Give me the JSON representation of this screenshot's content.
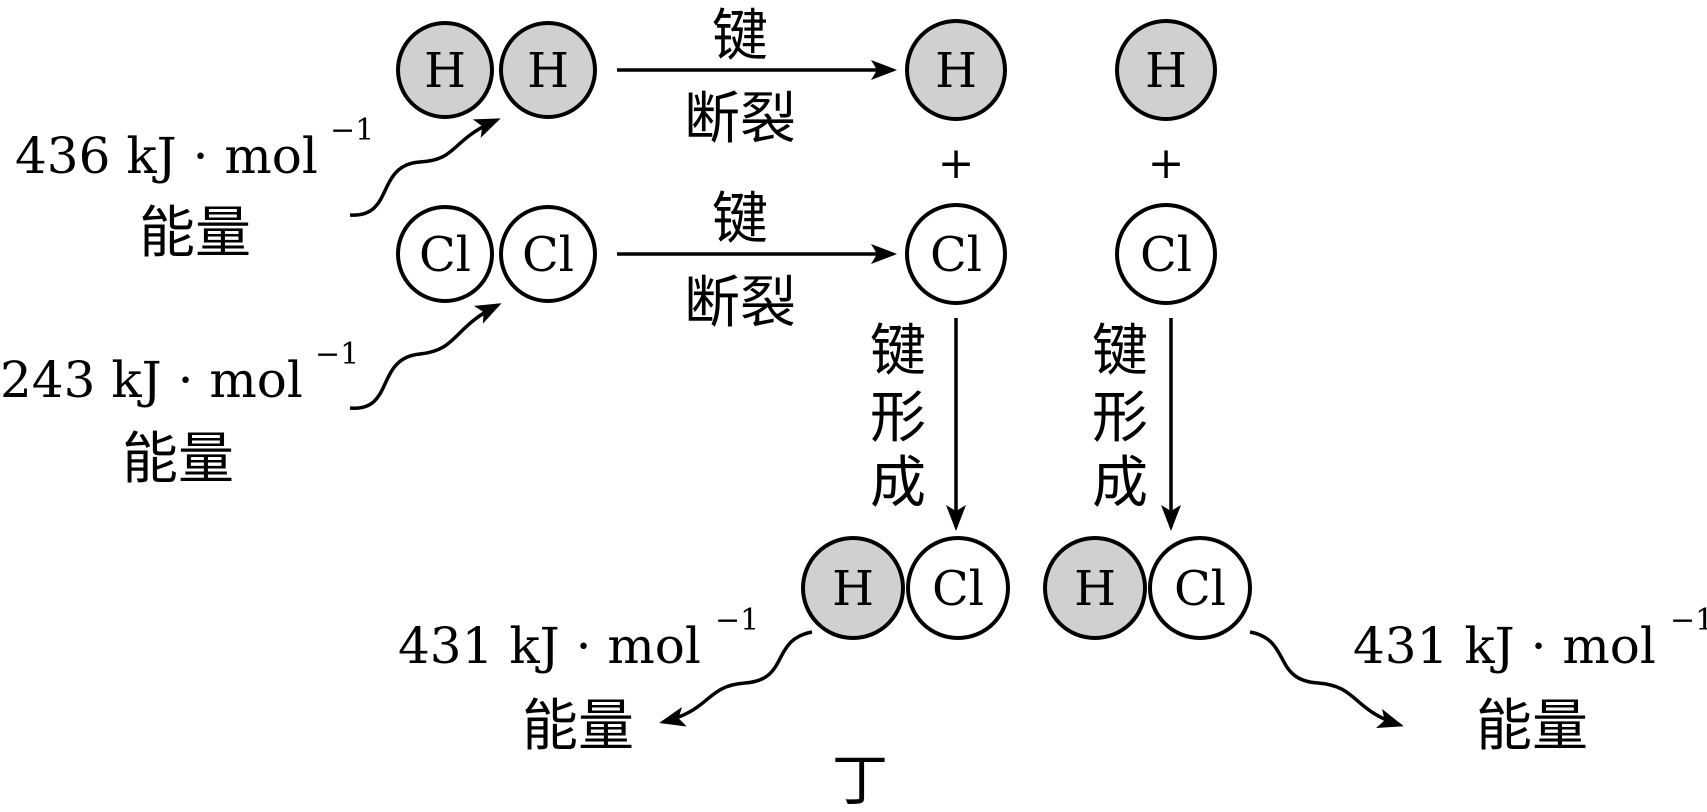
{
  "colors": {
    "h_atom_fill": "#d0d0d0",
    "cl_atom_fill": "#ffffff",
    "stroke": "#000000"
  },
  "atoms": {
    "h": "H",
    "cl": "Cl"
  },
  "operators": {
    "plus": "+"
  },
  "processes": {
    "bond": "键",
    "break": "断裂",
    "form_1": "形",
    "form_2": "成"
  },
  "energies": {
    "h_h": "436",
    "cl_cl": "243",
    "h_cl": "431",
    "unit": "kJ · mol",
    "exponent": "−1",
    "energy_word": "能量"
  },
  "figure_label": "丁"
}
